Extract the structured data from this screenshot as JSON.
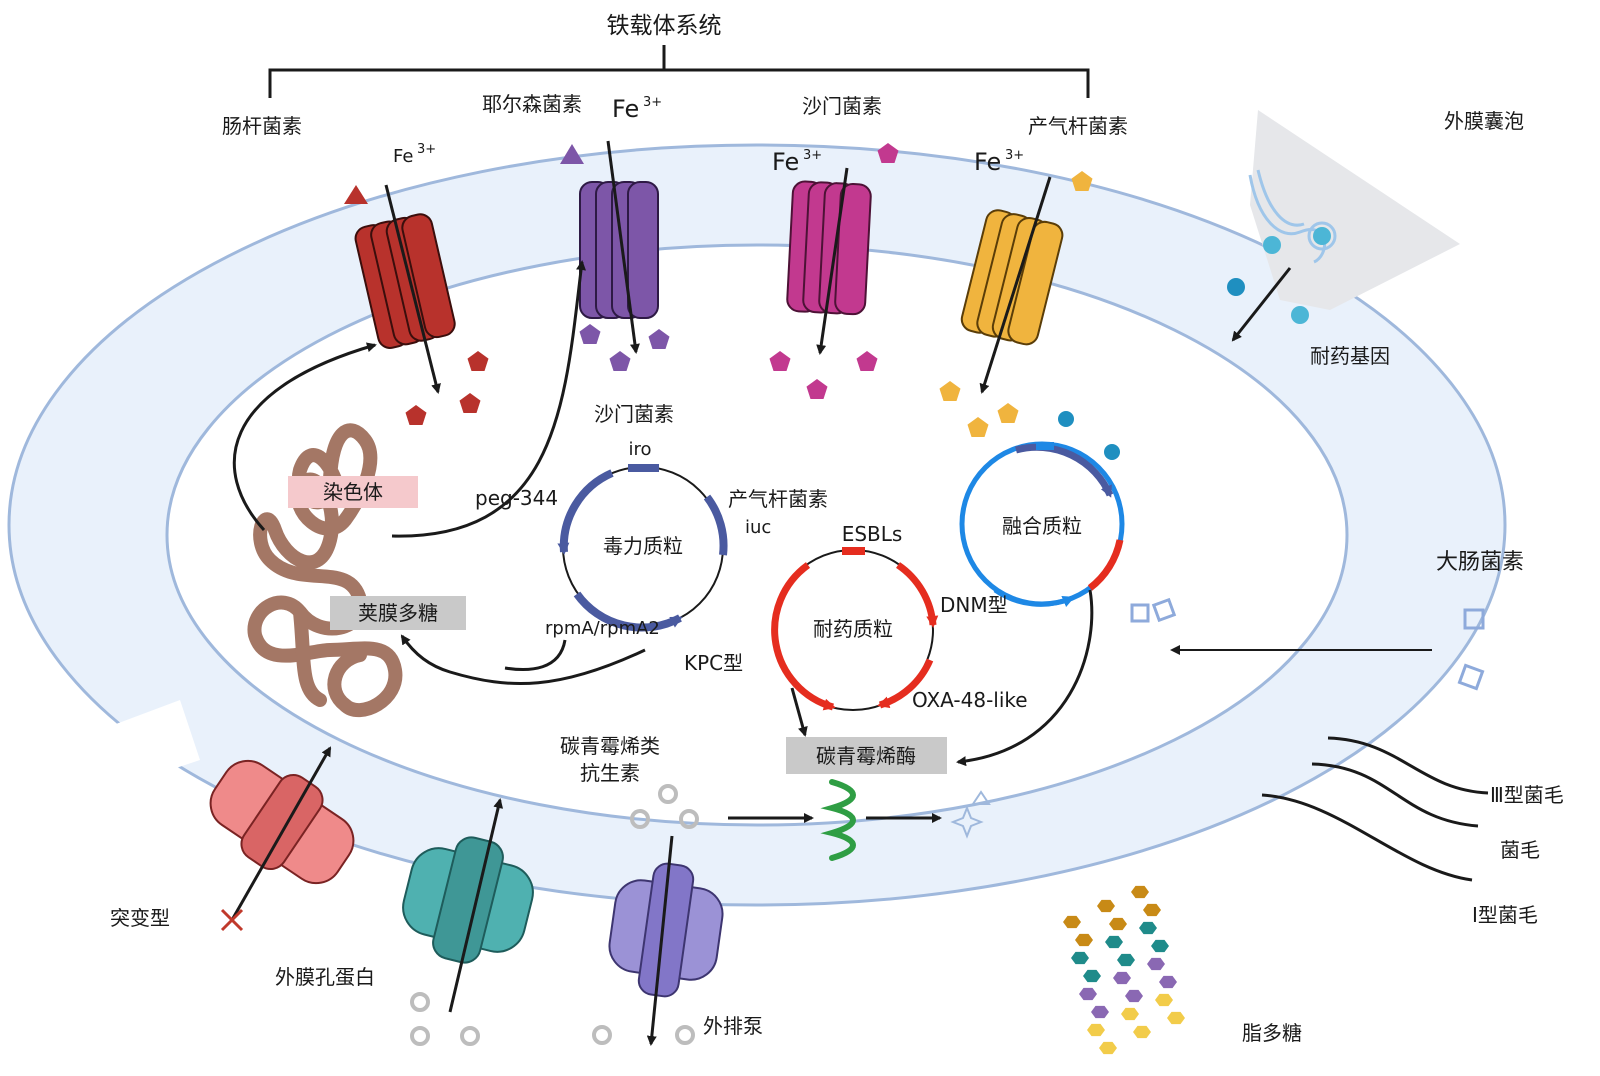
{
  "siderophore_system": {
    "title": "铁载体系统",
    "enterobactin": "肠杆菌素",
    "yersiniabactin": "耶尔森菌素",
    "salmochelin": "沙门菌素",
    "aerobactin": "产气杆菌素"
  },
  "iron_ion": {
    "symbol": "Fe",
    "charge": "3+"
  },
  "outer_membrane_vesicle": "外膜囊泡",
  "resistance_gene": "耐药基因",
  "chromosome": "染色体",
  "capsule": "荚膜多糖",
  "virulence_plasmid": {
    "label": "毒力质粒",
    "salmochelin": "沙门菌素",
    "iro": "iro",
    "aerobactin": "产气杆菌素",
    "iuc": "iuc",
    "peg344": "peg-344",
    "rmpA": "rpmA/rpmA2"
  },
  "fusion_plasmid": "融合质粒",
  "resistance_plasmid": {
    "label": "耐药质粒",
    "esbls": "ESBLs",
    "dnm": "DNM型",
    "kpc": "KPC型",
    "oxa48": "OXA-48-like"
  },
  "carbapenemase": "碳青霉烯酶",
  "carbapenem": {
    "line1": "碳青霉烯类",
    "line2": "抗生素"
  },
  "colibactin": "大肠菌素",
  "pili": {
    "type3": "Ⅲ型菌毛",
    "pilus": "菌毛",
    "type1": "Ⅰ型菌毛"
  },
  "mutant": "突变型",
  "porin": "外膜孔蛋白",
  "efflux_pump": "外排泵",
  "lps": "脂多糖",
  "colors": {
    "membrane_fill": "#e9f1fb",
    "membrane_stroke": "#9fb8dc",
    "enterobactin": "#b8322c",
    "yersiniabactin": "#7d56a8",
    "salmochelin": "#c2398f",
    "aerobactin": "#f0b43e",
    "plasmid_blue": "#4a5aa0",
    "fusion_blue": "#1e88e5",
    "resist_red": "#e52d1f",
    "porin_teal": "#4fb1b0",
    "pump_purple": "#9b92d6",
    "mutant_pink": "#ef8a8a",
    "chromosome": "#a47765"
  }
}
